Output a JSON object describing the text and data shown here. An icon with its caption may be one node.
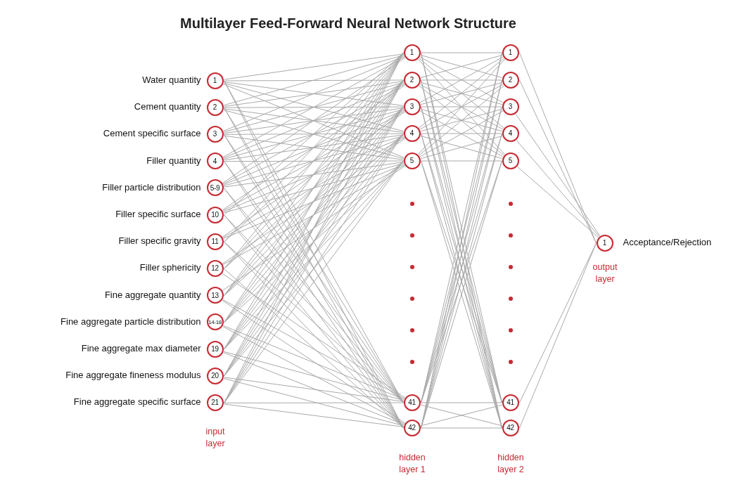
{
  "diagram": {
    "title": "Multilayer Feed-Forward Neural Network Structure",
    "nodes": [
      {
        "text": [
          "1"
        ],
        "beside": [
          "Water quantity"
        ]
      },
      {
        "text": [
          "2"
        ],
        "beside": [
          "Cement quantity"
        ]
      },
      {
        "text": [
          "3"
        ],
        "beside": [
          "Cement specific surface"
        ]
      },
      {
        "text": [
          "4"
        ],
        "beside": [
          "Filler quantity"
        ]
      },
      {
        "text": [
          "5-9"
        ],
        "beside": [
          "Filler particle distribution"
        ]
      },
      {
        "text": [
          "10"
        ],
        "beside": [
          "Filler specific surface"
        ]
      },
      {
        "text": [
          "11"
        ],
        "beside": [
          "Filler specific gravity"
        ]
      },
      {
        "text": [
          "12"
        ],
        "beside": [
          "Filler sphericity"
        ]
      },
      {
        "text": [
          "13"
        ],
        "beside": [
          "Fine aggregate quantity"
        ]
      },
      {
        "text": [
          "14-18"
        ],
        "beside": [
          "Fine aggregate particle distribution"
        ]
      },
      {
        "text": [
          "19"
        ],
        "beside": [
          "Fine aggregate max diameter"
        ]
      },
      {
        "text": [
          "20"
        ],
        "beside": [
          "Fine aggregate fineness modulus"
        ]
      },
      {
        "text": [
          "21"
        ],
        "beside": [
          "Fine aggregate specific surface"
        ]
      },
      {
        "text": [
          "1"
        ]
      },
      {
        "text": [
          "2"
        ]
      },
      {
        "text": [
          "3"
        ]
      },
      {
        "text": [
          "4"
        ]
      },
      {
        "text": [
          "5"
        ]
      },
      {
        "text": [
          "41"
        ]
      },
      {
        "text": [
          "42"
        ]
      },
      {
        "text": [
          "1"
        ]
      },
      {
        "text": [
          "2"
        ]
      },
      {
        "text": [
          "3"
        ]
      },
      {
        "text": [
          "4"
        ]
      },
      {
        "text": [
          "5"
        ]
      },
      {
        "text": [
          "41"
        ]
      },
      {
        "text": [
          "42"
        ]
      },
      {
        "text": [
          "1"
        ],
        "beside": [
          "Acceptance/Rejection"
        ]
      }
    ],
    "edges": [
      {
        "from": 0,
        "to": 13,
        "arrow": "none"
      },
      {
        "from": 0,
        "to": 14,
        "arrow": "none"
      },
      {
        "from": 0,
        "to": 15,
        "arrow": "none"
      },
      {
        "from": 0,
        "to": 16,
        "arrow": "none"
      },
      {
        "from": 0,
        "to": 17,
        "arrow": "none"
      },
      {
        "from": 0,
        "to": 18,
        "arrow": "none"
      },
      {
        "from": 0,
        "to": 19,
        "arrow": "none"
      },
      {
        "from": 1,
        "to": 13,
        "arrow": "none"
      },
      {
        "from": 1,
        "to": 14,
        "arrow": "none"
      },
      {
        "from": 1,
        "to": 15,
        "arrow": "none"
      },
      {
        "from": 1,
        "to": 16,
        "arrow": "none"
      },
      {
        "from": 1,
        "to": 17,
        "arrow": "none"
      },
      {
        "from": 1,
        "to": 18,
        "arrow": "none"
      },
      {
        "from": 1,
        "to": 19,
        "arrow": "none"
      },
      {
        "from": 2,
        "to": 13,
        "arrow": "none"
      },
      {
        "from": 2,
        "to": 14,
        "arrow": "none"
      },
      {
        "from": 2,
        "to": 15,
        "arrow": "none"
      },
      {
        "from": 2,
        "to": 16,
        "arrow": "none"
      },
      {
        "from": 2,
        "to": 17,
        "arrow": "none"
      },
      {
        "from": 2,
        "to": 18,
        "arrow": "none"
      },
      {
        "from": 2,
        "to": 19,
        "arrow": "none"
      },
      {
        "from": 3,
        "to": 13,
        "arrow": "none"
      },
      {
        "from": 3,
        "to": 14,
        "arrow": "none"
      },
      {
        "from": 3,
        "to": 15,
        "arrow": "none"
      },
      {
        "from": 3,
        "to": 16,
        "arrow": "none"
      },
      {
        "from": 3,
        "to": 17,
        "arrow": "none"
      },
      {
        "from": 3,
        "to": 18,
        "arrow": "none"
      },
      {
        "from": 3,
        "to": 19,
        "arrow": "none"
      },
      {
        "from": 4,
        "to": 13,
        "arrow": "none"
      },
      {
        "from": 4,
        "to": 14,
        "arrow": "none"
      },
      {
        "from": 4,
        "to": 15,
        "arrow": "none"
      },
      {
        "from": 4,
        "to": 16,
        "arrow": "none"
      },
      {
        "from": 4,
        "to": 17,
        "arrow": "none"
      },
      {
        "from": 4,
        "to": 18,
        "arrow": "none"
      },
      {
        "from": 4,
        "to": 19,
        "arrow": "none"
      },
      {
        "from": 5,
        "to": 13,
        "arrow": "none"
      },
      {
        "from": 5,
        "to": 14,
        "arrow": "none"
      },
      {
        "from": 5,
        "to": 15,
        "arrow": "none"
      },
      {
        "from": 5,
        "to": 16,
        "arrow": "none"
      },
      {
        "from": 5,
        "to": 17,
        "arrow": "none"
      },
      {
        "from": 5,
        "to": 18,
        "arrow": "none"
      },
      {
        "from": 5,
        "to": 19,
        "arrow": "none"
      },
      {
        "from": 6,
        "to": 13,
        "arrow": "none"
      },
      {
        "from": 6,
        "to": 14,
        "arrow": "none"
      },
      {
        "from": 6,
        "to": 15,
        "arrow": "none"
      },
      {
        "from": 6,
        "to": 16,
        "arrow": "none"
      },
      {
        "from": 6,
        "to": 17,
        "arrow": "none"
      },
      {
        "from": 6,
        "to": 18,
        "arrow": "none"
      },
      {
        "from": 6,
        "to": 19,
        "arrow": "none"
      },
      {
        "from": 7,
        "to": 13,
        "arrow": "none"
      },
      {
        "from": 7,
        "to": 14,
        "arrow": "none"
      },
      {
        "from": 7,
        "to": 15,
        "arrow": "none"
      },
      {
        "from": 7,
        "to": 16,
        "arrow": "none"
      },
      {
        "from": 7,
        "to": 17,
        "arrow": "none"
      },
      {
        "from": 7,
        "to": 18,
        "arrow": "none"
      },
      {
        "from": 7,
        "to": 19,
        "arrow": "none"
      },
      {
        "from": 8,
        "to": 13,
        "arrow": "none"
      },
      {
        "from": 8,
        "to": 14,
        "arrow": "none"
      },
      {
        "from": 8,
        "to": 15,
        "arrow": "none"
      },
      {
        "from": 8,
        "to": 16,
        "arrow": "none"
      },
      {
        "from": 8,
        "to": 17,
        "arrow": "none"
      },
      {
        "from": 8,
        "to": 18,
        "arrow": "none"
      },
      {
        "from": 8,
        "to": 19,
        "arrow": "none"
      },
      {
        "from": 9,
        "to": 13,
        "arrow": "none"
      },
      {
        "from": 9,
        "to": 14,
        "arrow": "none"
      },
      {
        "from": 9,
        "to": 15,
        "arrow": "none"
      },
      {
        "from": 9,
        "to": 16,
        "arrow": "none"
      },
      {
        "from": 9,
        "to": 17,
        "arrow": "none"
      },
      {
        "from": 9,
        "to": 18,
        "arrow": "none"
      },
      {
        "from": 9,
        "to": 19,
        "arrow": "none"
      },
      {
        "from": 10,
        "to": 13,
        "arrow": "none"
      },
      {
        "from": 10,
        "to": 14,
        "arrow": "none"
      },
      {
        "from": 10,
        "to": 15,
        "arrow": "none"
      },
      {
        "from": 10,
        "to": 16,
        "arrow": "none"
      },
      {
        "from": 10,
        "to": 17,
        "arrow": "none"
      },
      {
        "from": 10,
        "to": 18,
        "arrow": "none"
      },
      {
        "from": 10,
        "to": 19,
        "arrow": "none"
      },
      {
        "from": 11,
        "to": 13,
        "arrow": "none"
      },
      {
        "from": 11,
        "to": 14,
        "arrow": "none"
      },
      {
        "from": 11,
        "to": 15,
        "arrow": "none"
      },
      {
        "from": 11,
        "to": 16,
        "arrow": "none"
      },
      {
        "from": 11,
        "to": 17,
        "arrow": "none"
      },
      {
        "from": 11,
        "to": 18,
        "arrow": "none"
      },
      {
        "from": 11,
        "to": 19,
        "arrow": "none"
      },
      {
        "from": 12,
        "to": 13,
        "arrow": "none"
      },
      {
        "from": 12,
        "to": 14,
        "arrow": "none"
      },
      {
        "from": 12,
        "to": 15,
        "arrow": "none"
      },
      {
        "from": 12,
        "to": 16,
        "arrow": "none"
      },
      {
        "from": 12,
        "to": 17,
        "arrow": "none"
      },
      {
        "from": 12,
        "to": 18,
        "arrow": "none"
      },
      {
        "from": 12,
        "to": 19,
        "arrow": "none"
      },
      {
        "from": 13,
        "to": 20,
        "arrow": "none"
      },
      {
        "from": 13,
        "to": 21,
        "arrow": "none"
      },
      {
        "from": 13,
        "to": 22,
        "arrow": "none"
      },
      {
        "from": 13,
        "to": 23,
        "arrow": "none"
      },
      {
        "from": 13,
        "to": 24,
        "arrow": "none"
      },
      {
        "from": 13,
        "to": 25,
        "arrow": "none"
      },
      {
        "from": 13,
        "to": 26,
        "arrow": "none"
      },
      {
        "from": 14,
        "to": 20,
        "arrow": "none"
      },
      {
        "from": 14,
        "to": 21,
        "arrow": "none"
      },
      {
        "from": 14,
        "to": 22,
        "arrow": "none"
      },
      {
        "from": 14,
        "to": 23,
        "arrow": "none"
      },
      {
        "from": 14,
        "to": 24,
        "arrow": "none"
      },
      {
        "from": 14,
        "to": 25,
        "arrow": "none"
      },
      {
        "from": 14,
        "to": 26,
        "arrow": "none"
      },
      {
        "from": 15,
        "to": 20,
        "arrow": "none"
      },
      {
        "from": 15,
        "to": 21,
        "arrow": "none"
      },
      {
        "from": 15,
        "to": 22,
        "arrow": "none"
      },
      {
        "from": 15,
        "to": 23,
        "arrow": "none"
      },
      {
        "from": 15,
        "to": 24,
        "arrow": "none"
      },
      {
        "from": 15,
        "to": 25,
        "arrow": "none"
      },
      {
        "from": 15,
        "to": 26,
        "arrow": "none"
      },
      {
        "from": 16,
        "to": 20,
        "arrow": "none"
      },
      {
        "from": 16,
        "to": 21,
        "arrow": "none"
      },
      {
        "from": 16,
        "to": 22,
        "arrow": "none"
      },
      {
        "from": 16,
        "to": 23,
        "arrow": "none"
      },
      {
        "from": 16,
        "to": 24,
        "arrow": "none"
      },
      {
        "from": 16,
        "to": 25,
        "arrow": "none"
      },
      {
        "from": 16,
        "to": 26,
        "arrow": "none"
      },
      {
        "from": 17,
        "to": 20,
        "arrow": "none"
      },
      {
        "from": 17,
        "to": 21,
        "arrow": "none"
      },
      {
        "from": 17,
        "to": 22,
        "arrow": "none"
      },
      {
        "from": 17,
        "to": 23,
        "arrow": "none"
      },
      {
        "from": 17,
        "to": 24,
        "arrow": "none"
      },
      {
        "from": 17,
        "to": 25,
        "arrow": "none"
      },
      {
        "from": 17,
        "to": 26,
        "arrow": "none"
      },
      {
        "from": 18,
        "to": 20,
        "arrow": "none"
      },
      {
        "from": 18,
        "to": 21,
        "arrow": "none"
      },
      {
        "from": 18,
        "to": 22,
        "arrow": "none"
      },
      {
        "from": 18,
        "to": 23,
        "arrow": "none"
      },
      {
        "from": 18,
        "to": 24,
        "arrow": "none"
      },
      {
        "from": 18,
        "to": 25,
        "arrow": "none"
      },
      {
        "from": 18,
        "to": 26,
        "arrow": "none"
      },
      {
        "from": 19,
        "to": 20,
        "arrow": "none"
      },
      {
        "from": 19,
        "to": 21,
        "arrow": "none"
      },
      {
        "from": 19,
        "to": 22,
        "arrow": "none"
      },
      {
        "from": 19,
        "to": 23,
        "arrow": "none"
      },
      {
        "from": 19,
        "to": 24,
        "arrow": "none"
      },
      {
        "from": 19,
        "to": 25,
        "arrow": "none"
      },
      {
        "from": 19,
        "to": 26,
        "arrow": "none"
      },
      {
        "from": 20,
        "to": 27,
        "arrow": "none"
      },
      {
        "from": 21,
        "to": 27,
        "arrow": "none"
      },
      {
        "from": 22,
        "to": 27,
        "arrow": "none"
      },
      {
        "from": 23,
        "to": 27,
        "arrow": "none"
      },
      {
        "from": 24,
        "to": 27,
        "arrow": "none"
      },
      {
        "from": 25,
        "to": 27,
        "arrow": "none"
      },
      {
        "from": 26,
        "to": 27,
        "arrow": "none"
      }
    ],
    "labels": [
      "input layer",
      "hidden layer 1",
      "hidden layer 2",
      "output layer"
    ]
  }
}
